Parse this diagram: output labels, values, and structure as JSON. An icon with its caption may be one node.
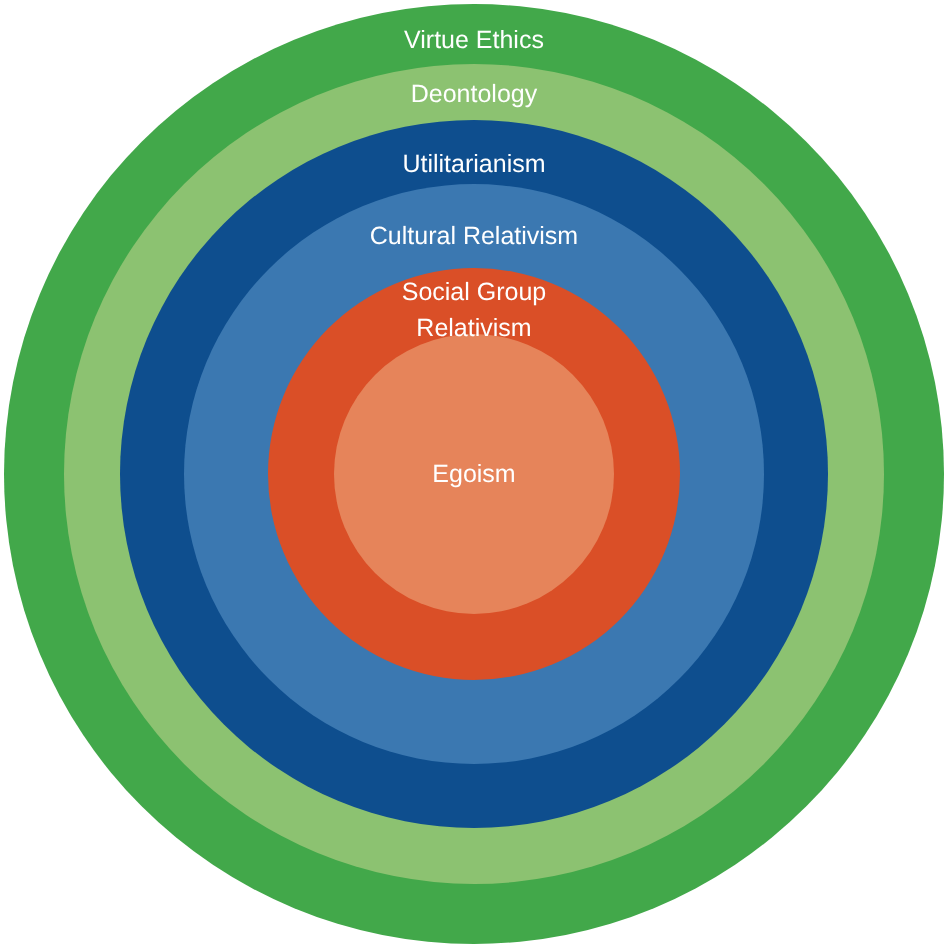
{
  "diagram": {
    "nodes": [
      {
        "text": [
          "Virtue Ethics"
        ]
      },
      {
        "text": [
          "Deontology"
        ],
        "in": 0
      },
      {
        "text": [
          "Utilitarianism"
        ],
        "in": 1
      },
      {
        "text": [
          "Cultural Relativism"
        ],
        "in": 2
      },
      {
        "text": [
          "Social Group Relativism"
        ],
        "in": 3
      },
      {
        "text": [
          "Egoism"
        ],
        "in": 4
      }
    ]
  }
}
